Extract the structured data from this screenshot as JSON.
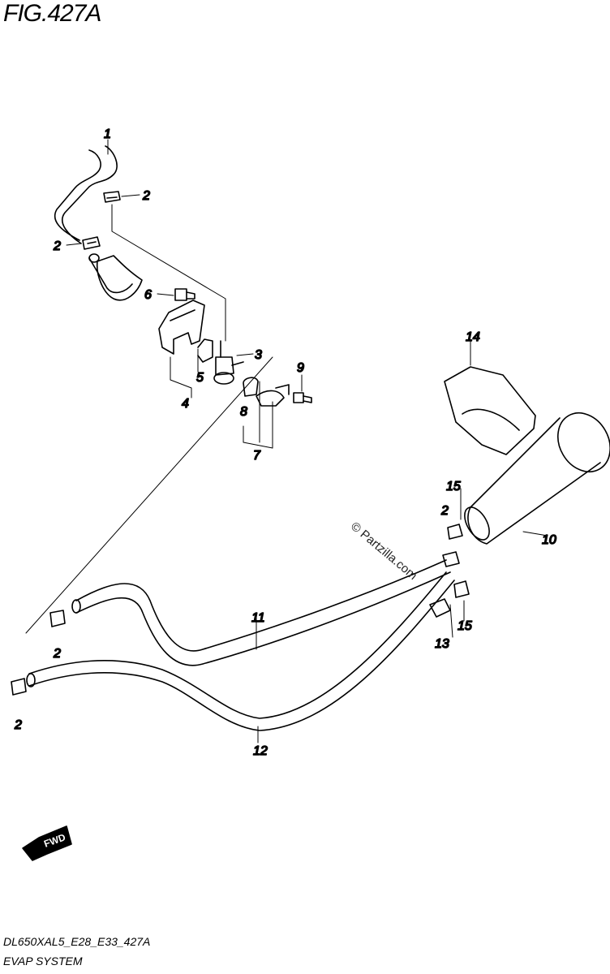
{
  "figure": {
    "title": "FIG.427A",
    "code": "DL650XAL5_E28_E33_427A",
    "subtitle": "EVAP SYSTEM",
    "watermark": "© Partzilla.com",
    "fwd_label": "FWD"
  },
  "callouts": [
    {
      "id": "c1",
      "label": "1"
    },
    {
      "id": "c2a",
      "label": "2"
    },
    {
      "id": "c2b",
      "label": "2"
    },
    {
      "id": "c6",
      "label": "6"
    },
    {
      "id": "c3",
      "label": "3"
    },
    {
      "id": "c5",
      "label": "5"
    },
    {
      "id": "c4",
      "label": "4"
    },
    {
      "id": "c9",
      "label": "9"
    },
    {
      "id": "c8",
      "label": "8"
    },
    {
      "id": "c7",
      "label": "7"
    },
    {
      "id": "c14",
      "label": "14"
    },
    {
      "id": "c15a",
      "label": "15"
    },
    {
      "id": "c2c",
      "label": "2"
    },
    {
      "id": "c10",
      "label": "10"
    },
    {
      "id": "c11",
      "label": "11"
    },
    {
      "id": "c2d",
      "label": "2"
    },
    {
      "id": "c2e",
      "label": "2"
    },
    {
      "id": "c12",
      "label": "12"
    },
    {
      "id": "c13",
      "label": "13"
    },
    {
      "id": "c15b",
      "label": "15"
    }
  ]
}
